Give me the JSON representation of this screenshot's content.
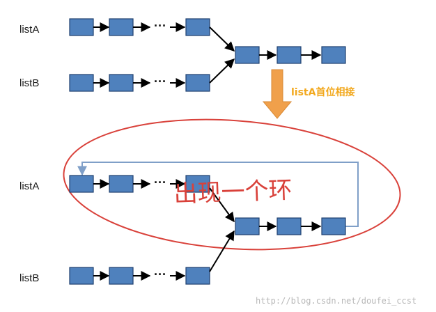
{
  "top": {
    "label_a": "listA",
    "label_b": "listB",
    "ellipsis_a": "···",
    "ellipsis_b": "···"
  },
  "transition": {
    "caption": "listA首位相接"
  },
  "bottom": {
    "label_a": "listA",
    "label_b": "listB",
    "ellipsis_a": "···",
    "ellipsis_b": "···",
    "annotation": "出现一个环"
  },
  "watermark": "http://blog.csdn.net/doufei_ccst",
  "colors": {
    "node_fill": "#4f81bd",
    "node_stroke": "#1f3f6e",
    "arrow": "#000000",
    "loop_line": "#7f9fc8",
    "down_arrow": "#f0a04b",
    "caption": "#f2a81d",
    "ellipse": "#d9413a",
    "annotation": "#d9413a",
    "watermark": "#b8b8b8"
  }
}
